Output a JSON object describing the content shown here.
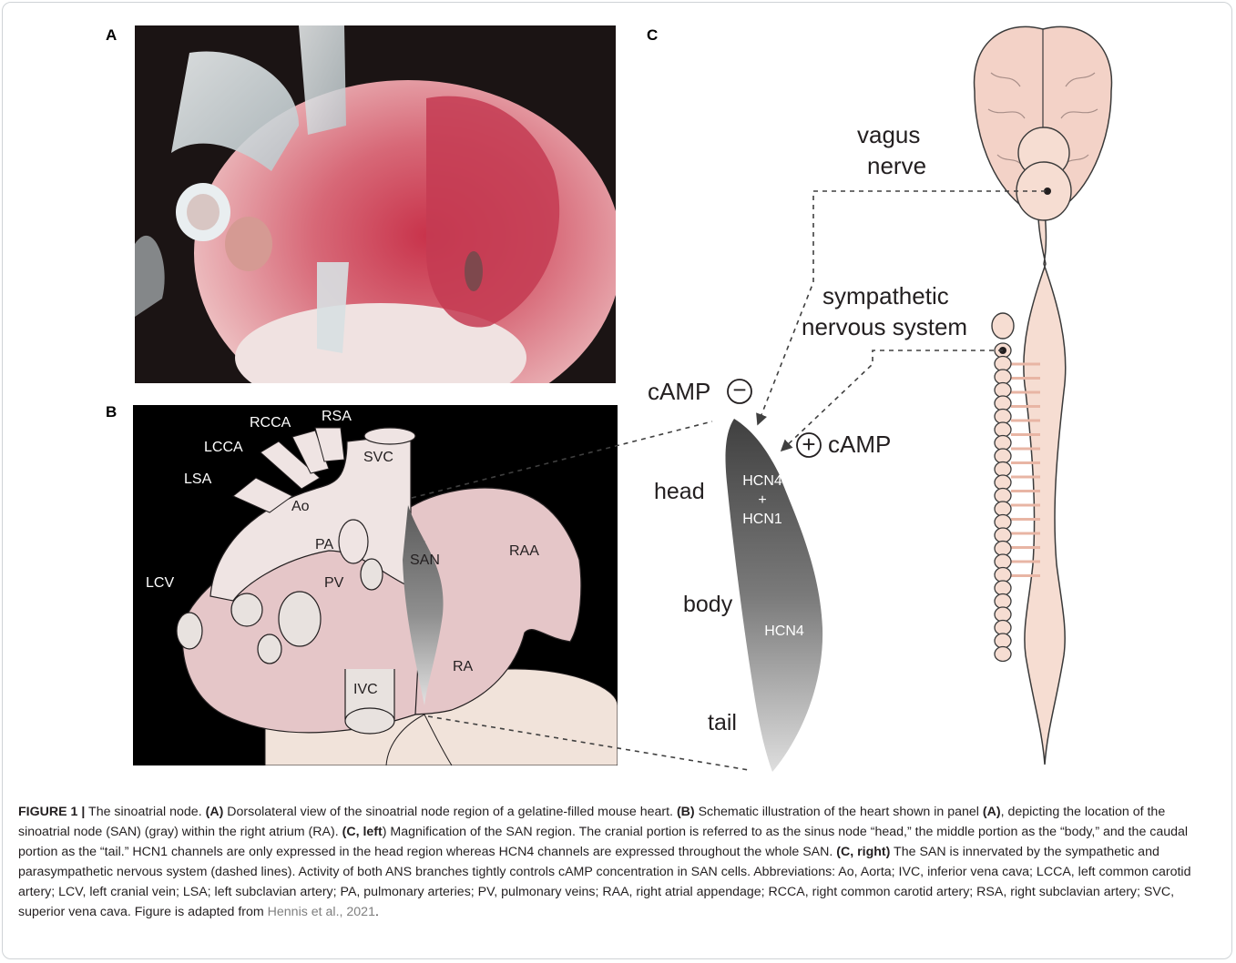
{
  "panels": {
    "a": "A",
    "b": "B",
    "c": "C"
  },
  "schematic_labels": {
    "rcca": "RCCA",
    "rsa": "RSA",
    "lcca": "LCCA",
    "svc": "SVC",
    "lsa": "LSA",
    "ao": "Ao",
    "pa": "PA",
    "san": "SAN",
    "raa": "RAA",
    "lcv": "LCV",
    "pv": "PV",
    "ra": "RA",
    "ivc": "IVC"
  },
  "right_labels": {
    "vagus_line1": "vagus",
    "vagus_line2": "nerve",
    "sympathetic_line1": "sympathetic",
    "sympathetic_line2": "nervous system",
    "camp_minus": "cAMP",
    "camp_plus": "cAMP",
    "minus_sign": "−",
    "plus_sign": "+",
    "head": "head",
    "body": "body",
    "tail": "tail",
    "hcn_head_1": "HCN4",
    "hcn_head_2": "+",
    "hcn_head_3": "HCN1",
    "hcn_body": "HCN4"
  },
  "caption": {
    "fig_label": "FIGURE 1 |",
    "t1": " The sinoatrial node. ",
    "a1": "(A)",
    "t2": " Dorsolateral view of the sinoatrial node region of a gelatine-filled mouse heart. ",
    "b1": "(B)",
    "t3": " Schematic illustration of the heart shown in panel ",
    "a2": "(A)",
    "t4": ", depicting the location of the sinoatrial node (SAN) (gray) within the right atrium (RA). ",
    "c_left": "(C, left",
    "t5": ") Magnification of the SAN region. The cranial portion is referred to as the sinus node “head,” the middle portion as the “body,” and the caudal portion as the “tail.” HCN1 channels are only expressed in the head region whereas HCN4 channels are expressed throughout the whole SAN. ",
    "c_right": "(C, right)",
    "t6": " The SAN is innervated by the sympathetic and parasympathetic nervous system (dashed lines). Activity of both ANS branches tightly controls cAMP concentration in SAN cells. Abbreviations: Ao, Aorta; IVC, inferior vena cava; LCCA, left common carotid artery; LCV, left cranial vein; LSA; left subclavian artery; PA, pulmonary arteries; PV, pulmonary veins; RAA, right atrial appendage; RCCA, right common carotid artery; RSA, right subclavian artery; SVC, superior vena cava. Figure is adapted from ",
    "ref": "Hennis et al., 2021",
    "t7": "."
  },
  "colors": {
    "heart_pink": "#e5c6c8",
    "vessel_light": "#efe4e3",
    "frame": "#cfd3d6",
    "brain": "#f3d2c7",
    "ladder": "#e8b5a4",
    "link_gray": "#7f7f7f"
  }
}
